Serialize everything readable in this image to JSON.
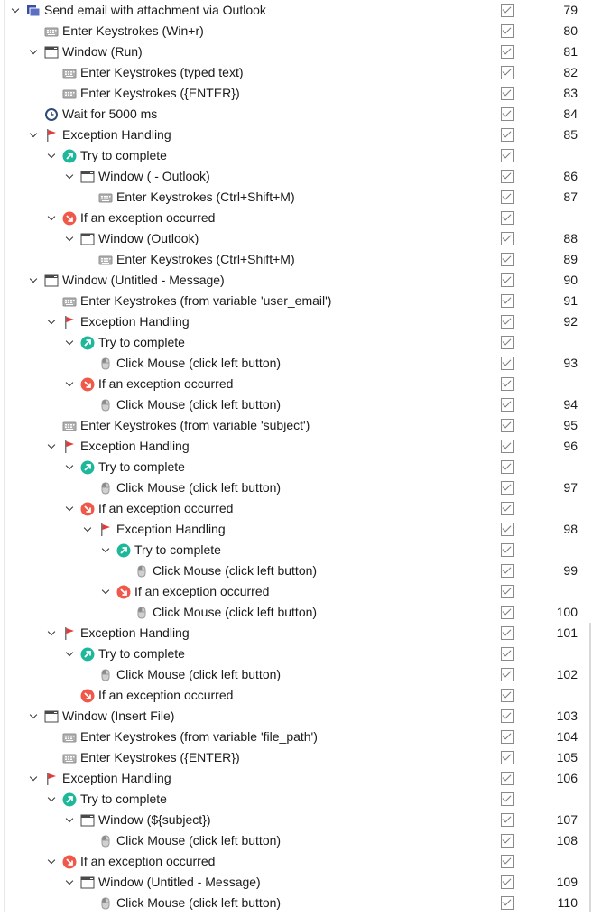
{
  "rows": [
    {
      "level": 0,
      "chevron": true,
      "icon": "workflow-icon",
      "label": "Send email with attachment via Outlook",
      "checked": true,
      "num": "79"
    },
    {
      "level": 1,
      "chevron": false,
      "icon": "keyboard-icon",
      "label": "Enter Keystrokes (Win+r)",
      "checked": true,
      "num": "80"
    },
    {
      "level": 1,
      "chevron": true,
      "icon": "window-icon",
      "label": "Window (Run)",
      "checked": true,
      "num": "81"
    },
    {
      "level": 2,
      "chevron": false,
      "icon": "keyboard-icon",
      "label": "Enter Keystrokes (typed text)",
      "checked": true,
      "num": "82"
    },
    {
      "level": 2,
      "chevron": false,
      "icon": "keyboard-icon",
      "label": "Enter Keystrokes ({ENTER})",
      "checked": true,
      "num": "83"
    },
    {
      "level": 1,
      "chevron": false,
      "icon": "clock-icon",
      "label": "Wait for 5000 ms",
      "checked": true,
      "num": "84"
    },
    {
      "level": 1,
      "chevron": true,
      "icon": "flag-icon",
      "label": "Exception Handling",
      "checked": true,
      "num": "85"
    },
    {
      "level": 2,
      "chevron": true,
      "icon": "try-icon",
      "label": "Try to complete",
      "checked": true,
      "num": ""
    },
    {
      "level": 3,
      "chevron": true,
      "icon": "window-icon",
      "label": "Window ( - Outlook)",
      "checked": true,
      "num": "86"
    },
    {
      "level": 4,
      "chevron": false,
      "icon": "keyboard-icon",
      "label": "Enter Keystrokes (Ctrl+Shift+M)",
      "checked": true,
      "num": "87"
    },
    {
      "level": 2,
      "chevron": true,
      "icon": "exception-icon",
      "label": "If an exception occurred",
      "checked": true,
      "num": ""
    },
    {
      "level": 3,
      "chevron": true,
      "icon": "window-icon",
      "label": "Window (Outlook)",
      "checked": true,
      "num": "88"
    },
    {
      "level": 4,
      "chevron": false,
      "icon": "keyboard-icon",
      "label": "Enter Keystrokes (Ctrl+Shift+M)",
      "checked": true,
      "num": "89"
    },
    {
      "level": 1,
      "chevron": true,
      "icon": "window-icon",
      "label": "Window (Untitled - Message)",
      "checked": true,
      "num": "90"
    },
    {
      "level": 2,
      "chevron": false,
      "icon": "keyboard-icon",
      "label": "Enter Keystrokes (from variable 'user_email')",
      "checked": true,
      "num": "91"
    },
    {
      "level": 2,
      "chevron": true,
      "icon": "flag-icon",
      "label": "Exception Handling",
      "checked": true,
      "num": "92"
    },
    {
      "level": 3,
      "chevron": true,
      "icon": "try-icon",
      "label": "Try to complete",
      "checked": true,
      "num": ""
    },
    {
      "level": 4,
      "chevron": false,
      "icon": "mouse-icon",
      "label": "Click Mouse (click left button)",
      "checked": true,
      "num": "93"
    },
    {
      "level": 3,
      "chevron": true,
      "icon": "exception-icon",
      "label": "If an exception occurred",
      "checked": true,
      "num": ""
    },
    {
      "level": 4,
      "chevron": false,
      "icon": "mouse-icon",
      "label": "Click Mouse (click left button)",
      "checked": true,
      "num": "94"
    },
    {
      "level": 2,
      "chevron": false,
      "icon": "keyboard-icon",
      "label": "Enter Keystrokes (from variable 'subject')",
      "checked": true,
      "num": "95"
    },
    {
      "level": 2,
      "chevron": true,
      "icon": "flag-icon",
      "label": "Exception Handling",
      "checked": true,
      "num": "96"
    },
    {
      "level": 3,
      "chevron": true,
      "icon": "try-icon",
      "label": "Try to complete",
      "checked": true,
      "num": ""
    },
    {
      "level": 4,
      "chevron": false,
      "icon": "mouse-icon",
      "label": "Click Mouse (click left button)",
      "checked": true,
      "num": "97"
    },
    {
      "level": 3,
      "chevron": true,
      "icon": "exception-icon",
      "label": "If an exception occurred",
      "checked": true,
      "num": ""
    },
    {
      "level": 4,
      "chevron": true,
      "icon": "flag-icon",
      "label": "Exception Handling",
      "checked": true,
      "num": "98"
    },
    {
      "level": 5,
      "chevron": true,
      "icon": "try-icon",
      "label": "Try to complete",
      "checked": true,
      "num": ""
    },
    {
      "level": 6,
      "chevron": false,
      "icon": "mouse-icon",
      "label": "Click Mouse (click left button)",
      "checked": true,
      "num": "99"
    },
    {
      "level": 5,
      "chevron": true,
      "icon": "exception-icon",
      "label": "If an exception occurred",
      "checked": true,
      "num": ""
    },
    {
      "level": 6,
      "chevron": false,
      "icon": "mouse-icon",
      "label": "Click Mouse (click left button)",
      "checked": true,
      "num": "100"
    },
    {
      "level": 2,
      "chevron": true,
      "icon": "flag-icon",
      "label": "Exception Handling",
      "checked": true,
      "num": "101"
    },
    {
      "level": 3,
      "chevron": true,
      "icon": "try-icon",
      "label": "Try to complete",
      "checked": true,
      "num": ""
    },
    {
      "level": 4,
      "chevron": false,
      "icon": "mouse-icon",
      "label": "Click Mouse (click left button)",
      "checked": true,
      "num": "102"
    },
    {
      "level": 3,
      "chevron": false,
      "icon": "exception-icon",
      "label": "If an exception occurred",
      "checked": true,
      "num": ""
    },
    {
      "level": 1,
      "chevron": true,
      "icon": "window-icon",
      "label": "Window (Insert File)",
      "checked": true,
      "num": "103"
    },
    {
      "level": 2,
      "chevron": false,
      "icon": "keyboard-icon",
      "label": "Enter Keystrokes (from variable 'file_path')",
      "checked": true,
      "num": "104"
    },
    {
      "level": 2,
      "chevron": false,
      "icon": "keyboard-icon",
      "label": "Enter Keystrokes ({ENTER})",
      "checked": true,
      "num": "105"
    },
    {
      "level": 1,
      "chevron": true,
      "icon": "flag-icon",
      "label": "Exception Handling",
      "checked": true,
      "num": "106"
    },
    {
      "level": 2,
      "chevron": true,
      "icon": "try-icon",
      "label": "Try to complete",
      "checked": true,
      "num": ""
    },
    {
      "level": 3,
      "chevron": true,
      "icon": "window-icon",
      "label": "Window (${subject})",
      "checked": true,
      "num": "107"
    },
    {
      "level": 4,
      "chevron": false,
      "icon": "mouse-icon",
      "label": "Click Mouse (click left button)",
      "checked": true,
      "num": "108"
    },
    {
      "level": 2,
      "chevron": true,
      "icon": "exception-icon",
      "label": "If an exception occurred",
      "checked": true,
      "num": ""
    },
    {
      "level": 3,
      "chevron": true,
      "icon": "window-icon",
      "label": "Window (Untitled - Message)",
      "checked": true,
      "num": "109"
    },
    {
      "level": 4,
      "chevron": false,
      "icon": "mouse-icon",
      "label": "Click Mouse (click left button)",
      "checked": true,
      "num": "110"
    }
  ],
  "colors": {
    "workflow": "#3a4fa0",
    "keyboard": "#8f8f8f",
    "window_title": "#4a4a4a",
    "clock": "#2e4a7a",
    "flag": "#e23b3b",
    "try": "#1fb79a",
    "exception": "#f0584a"
  }
}
